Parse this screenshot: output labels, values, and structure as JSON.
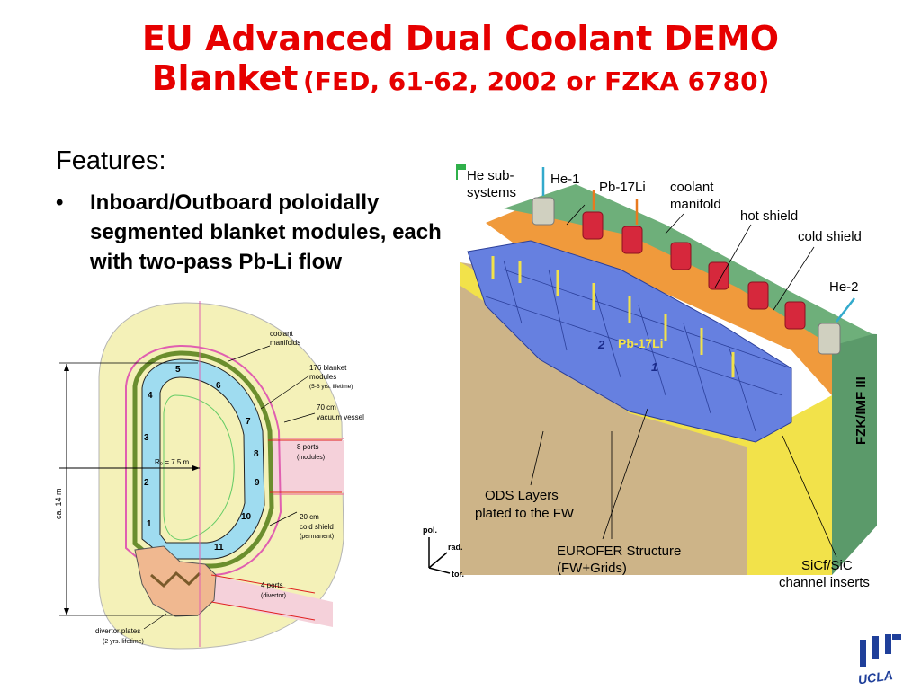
{
  "slide": {
    "title_line1": "EU Advanced Dual Coolant DEMO",
    "title_line2_main": "Blanket",
    "title_line2_ref": "(FED, 61-62, 2002 or FZKA 6780)",
    "features_heading": "Features:",
    "bullet_marker": "•",
    "bullet_text": "Inboard/Outboard poloidally segmented blanket modules, each with two-pass Pb-Li flow"
  },
  "left_diagram": {
    "labels": {
      "coolant_manifolds_1": "coolant",
      "coolant_manifolds_2": "manifolds",
      "blanket_modules_1": "176 blanket",
      "blanket_modules_2": "modules",
      "blanket_modules_3": "(5-6 yrs. lifetime)",
      "vacuum_vessel_1": "70 cm",
      "vacuum_vessel_2": "vacuum vessel",
      "ports8_1": "8 ports",
      "ports8_2": "(modules)",
      "radius": "R₀ = 7.5 m",
      "cold_shield_1": "20 cm",
      "cold_shield_2": "cold shield",
      "cold_shield_3": "(permanent)",
      "ports4_1": "4 ports",
      "ports4_2": "(divertor)",
      "divertor_1": "divertor plates",
      "divertor_2": "(2 yrs. lifetime)",
      "height": "ca. 14 m"
    },
    "module_numbers": [
      "1",
      "2",
      "3",
      "4",
      "5",
      "6",
      "7",
      "8",
      "9",
      "10",
      "11"
    ]
  },
  "right_diagram": {
    "labels": {
      "he_sub_1": "He sub-",
      "he_sub_2": "systems",
      "he1": "He-1",
      "pb17li_top": "Pb-17Li",
      "coolant_manifold_1": "coolant",
      "coolant_manifold_2": "manifold",
      "hot_shield": "hot shield",
      "cold_shield": "cold shield",
      "he2": "He-2",
      "fzk": "FZK/IMF III",
      "pb17li_inner": "Pb-17Li",
      "pass2": "2",
      "pass1": "1",
      "ods_1": "ODS Layers",
      "ods_2": "plated to the FW",
      "eurofer_1": "EUROFER Structure",
      "eurofer_2": "(FW+Grids)",
      "sic_1": "SiCf/SiC",
      "sic_2": "channel inserts",
      "axis_pol": "pol.",
      "axis_rad": "rad.",
      "axis_tor": "tor."
    }
  },
  "logo": {
    "text": "UCLA"
  },
  "colors": {
    "title": "#e60000",
    "module_fill": "#9fdcf0",
    "vessel_fill": "#f4f1b8",
    "ports_pink": "#ef8aa0",
    "channel_blue": "#6680e0",
    "structure_yellow": "#f2e24a",
    "manifold_orange": "#f09a3c",
    "shield_green": "#5b9a6a",
    "ucla_blue": "#1f3f9a"
  }
}
